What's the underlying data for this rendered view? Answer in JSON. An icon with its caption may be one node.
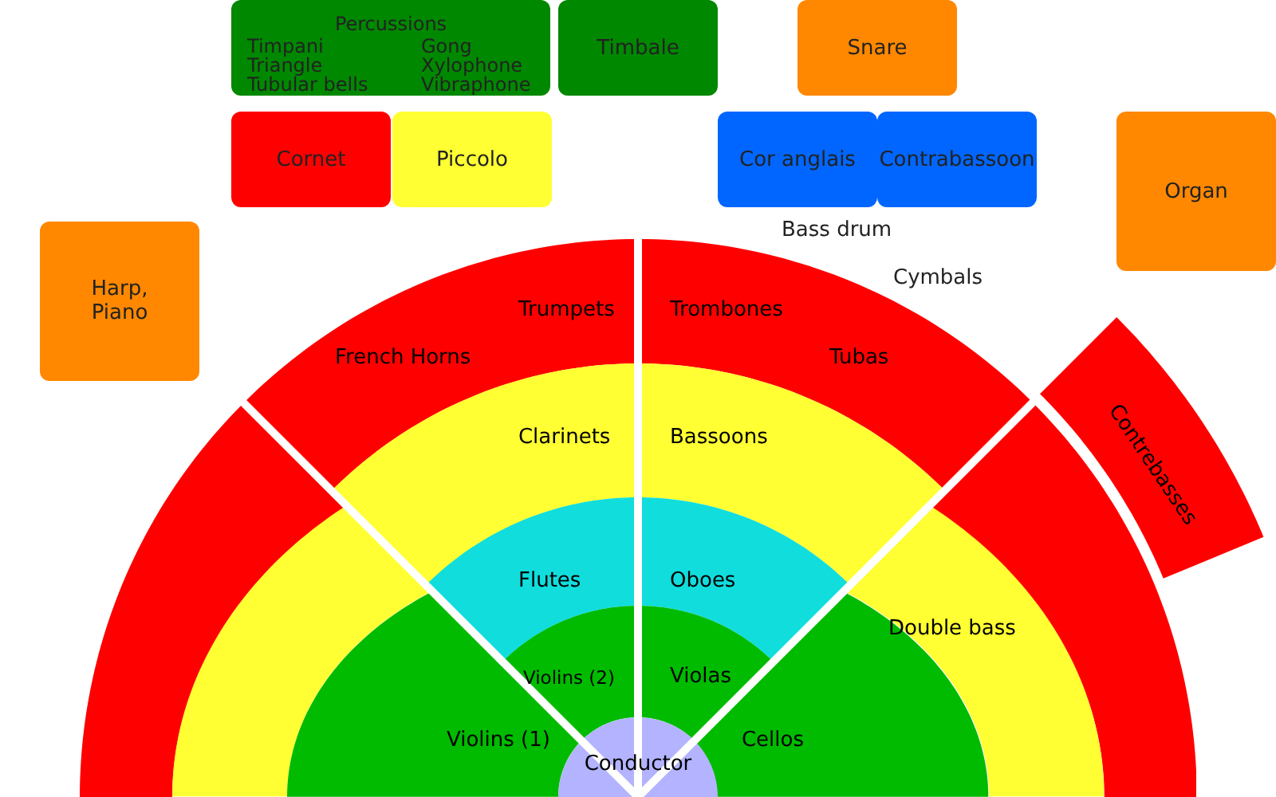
{
  "diagram": {
    "nodes": [
      {
        "text": [
          "Percussions",
          "Timpani",
          "Triangle",
          "Tubular bells",
          "Gong",
          "Xylophone",
          "Vibraphone"
        ]
      },
      {
        "text": [
          "Timbale"
        ]
      },
      {
        "text": [
          "Snare"
        ]
      },
      {
        "text": [
          "Cornet"
        ]
      },
      {
        "text": [
          "Piccolo"
        ]
      },
      {
        "text": [
          "Cor anglais"
        ]
      },
      {
        "text": [
          "Contrabassoon"
        ]
      },
      {
        "text": [
          "Organ"
        ]
      },
      {
        "text": [
          "Harp, Piano"
        ]
      },
      {
        "text": [
          "French Horns",
          "Trumpets"
        ]
      },
      {
        "text": [
          "Trombones",
          "Tubas"
        ]
      },
      {
        "text": [
          "Contrebasses"
        ]
      },
      {
        "text": [],
        "shape": "band"
      },
      {
        "text": [],
        "shape": "band"
      },
      {
        "text": [
          "Clarinets"
        ]
      },
      {
        "text": [
          "Bassoons"
        ]
      },
      {
        "text": [],
        "shape": "band"
      },
      {
        "text": [
          "Double bass"
        ]
      },
      {
        "text": [
          "Flutes"
        ]
      },
      {
        "text": [
          "Oboes"
        ]
      },
      {
        "text": [
          "Violins (2)"
        ]
      },
      {
        "text": [
          "Violas"
        ]
      },
      {
        "text": [
          "Violins (1)"
        ]
      },
      {
        "text": [
          "Cellos"
        ]
      },
      {
        "text": [
          "Conductor"
        ]
      }
    ],
    "labels": [
      "Bass drum",
      "Cymbals"
    ]
  }
}
